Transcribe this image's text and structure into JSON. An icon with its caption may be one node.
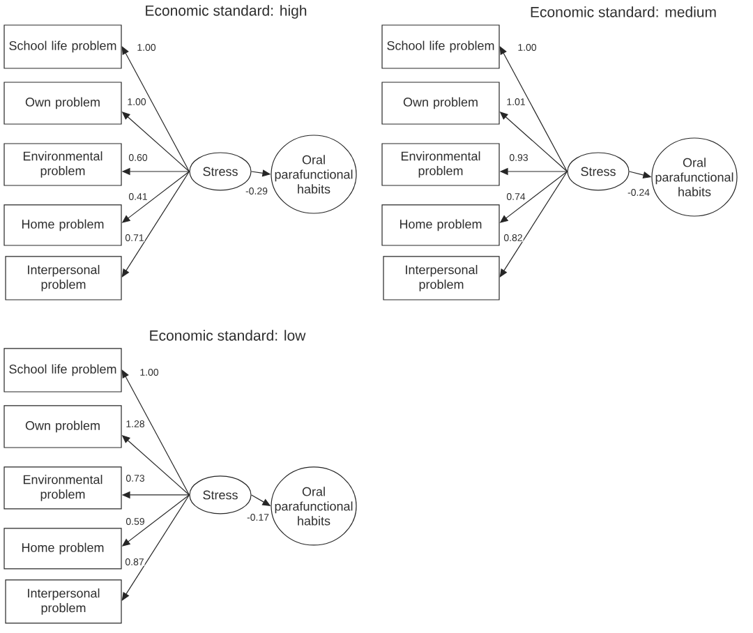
{
  "diagram": {
    "nodes": [
      {
        "text": [
          "School life problem"
        ]
      },
      {
        "text": [
          "Own problem"
        ]
      },
      {
        "text": [
          "Environmental problem"
        ]
      },
      {
        "text": [
          "Home problem"
        ]
      },
      {
        "text": [
          "Interpersonal problem"
        ]
      },
      {
        "text": [
          "Stress"
        ]
      },
      {
        "text": [
          "Oral parafunctional habits"
        ]
      },
      {
        "text": [
          "School life problem"
        ]
      },
      {
        "text": [
          "Own problem"
        ]
      },
      {
        "text": [
          "Environmental problem"
        ]
      },
      {
        "text": [
          "Home problem"
        ]
      },
      {
        "text": [
          "Interpersonal problem"
        ]
      },
      {
        "text": [
          "Stress"
        ]
      },
      {
        "text": [
          "Oral parafunctional habits"
        ]
      },
      {
        "text": [
          "School life problem"
        ]
      },
      {
        "text": [
          "Own problem"
        ]
      },
      {
        "text": [
          "Environmental problem"
        ]
      },
      {
        "text": [
          "Home problem"
        ]
      },
      {
        "text": [
          "Interpersonal problem"
        ]
      },
      {
        "text": [
          "Stress"
        ]
      },
      {
        "text": [
          "Oral parafunctional habits"
        ]
      }
    ],
    "edges": [
      {
        "from": 5,
        "to": 0,
        "arrow": "to",
        "label": "1.00"
      },
      {
        "from": 5,
        "to": 1,
        "arrow": "to",
        "label": "1.00"
      },
      {
        "from": 5,
        "to": 2,
        "arrow": "to",
        "label": "0.60"
      },
      {
        "from": 5,
        "to": 3,
        "arrow": "to",
        "label": "0.41"
      },
      {
        "from": 5,
        "to": 4,
        "arrow": "to",
        "label": "0.71"
      },
      {
        "from": 5,
        "to": 6,
        "arrow": "to",
        "label": "-0.29"
      },
      {
        "from": 12,
        "to": 7,
        "arrow": "to",
        "label": "1.00"
      },
      {
        "from": 12,
        "to": 8,
        "arrow": "to",
        "label": "1.01"
      },
      {
        "from": 12,
        "to": 9,
        "arrow": "to",
        "label": "0.93"
      },
      {
        "from": 12,
        "to": 10,
        "arrow": "to",
        "label": "0.74"
      },
      {
        "from": 12,
        "to": 11,
        "arrow": "to",
        "label": "0.82"
      },
      {
        "from": 12,
        "to": 13,
        "arrow": "to",
        "label": "-0.24"
      },
      {
        "from": 19,
        "to": 14,
        "arrow": "to",
        "label": "1.00"
      },
      {
        "from": 19,
        "to": 15,
        "arrow": "to",
        "label": "1.28"
      },
      {
        "from": 19,
        "to": 16,
        "arrow": "to",
        "label": "0.73"
      },
      {
        "from": 19,
        "to": 17,
        "arrow": "to",
        "label": "0.59"
      },
      {
        "from": 19,
        "to": 18,
        "arrow": "to",
        "label": "0.87"
      },
      {
        "from": 19,
        "to": 20,
        "arrow": "to",
        "label": "-0.17"
      }
    ],
    "labels": [
      "Economic standard: high",
      "Economic standard: medium",
      "Economic standard: low"
    ]
  }
}
